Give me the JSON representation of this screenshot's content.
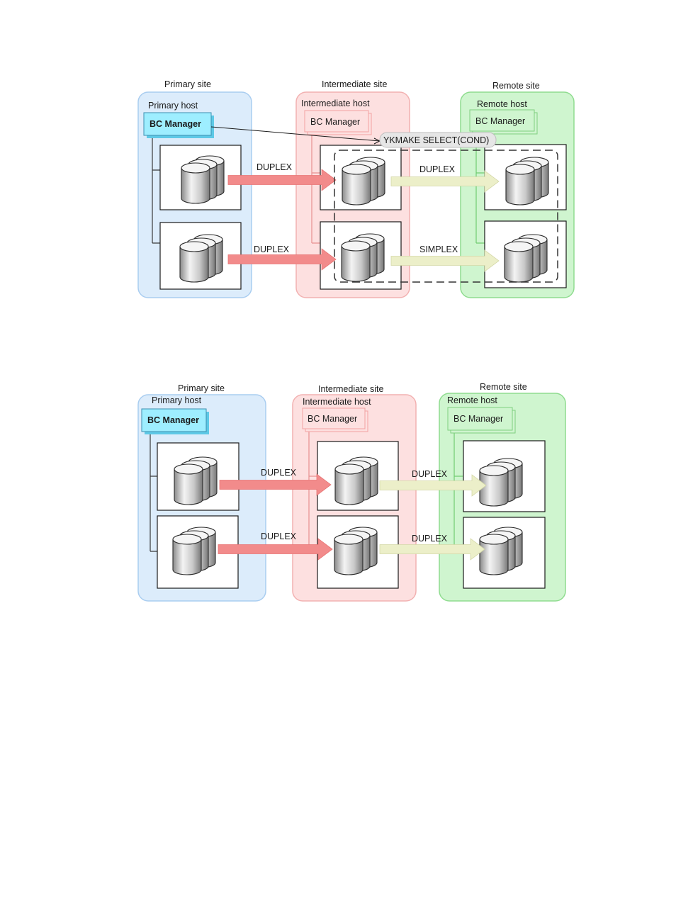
{
  "diagrams": [
    {
      "sites": {
        "primary": "Primary site",
        "intermediate": "Intermediate site",
        "remote": "Remote site"
      },
      "hosts": {
        "primary": "Primary host",
        "intermediate": "Intermediate host",
        "remote": "Remote host"
      },
      "managers": {
        "primary": "BC Manager",
        "intermediate": "BC Manager",
        "remote": "BC Manager"
      },
      "command": "YKMAKE SELECT(COND)",
      "pairs": [
        {
          "primary_to_intermediate": "DUPLEX",
          "intermediate_to_remote": "DUPLEX"
        },
        {
          "primary_to_intermediate": "DUPLEX",
          "intermediate_to_remote": "SIMPLEX"
        }
      ]
    },
    {
      "sites": {
        "primary": "Primary site",
        "intermediate": "Intermediate site",
        "remote": "Remote site"
      },
      "hosts": {
        "primary": "Primary host",
        "intermediate": "Intermediate host",
        "remote": "Remote host"
      },
      "managers": {
        "primary": "BC Manager",
        "intermediate": "BC Manager",
        "remote": "BC Manager"
      },
      "pairs": [
        {
          "primary_to_intermediate": "DUPLEX",
          "intermediate_to_remote": "DUPLEX"
        },
        {
          "primary_to_intermediate": "DUPLEX",
          "intermediate_to_remote": "DUPLEX"
        }
      ]
    }
  ],
  "colors": {
    "primary_site_fill": "#dcecfb",
    "primary_site_stroke": "#a9cdf0",
    "intermediate_site_fill": "#fde0e0",
    "intermediate_site_stroke": "#f2b1b1",
    "remote_site_fill": "#cff5cf",
    "remote_site_stroke": "#8fdc8f",
    "primary_manager_fill": "#9eeeff",
    "red_arrow": "#f28b8b",
    "cream_arrow": "#ecefc9"
  }
}
